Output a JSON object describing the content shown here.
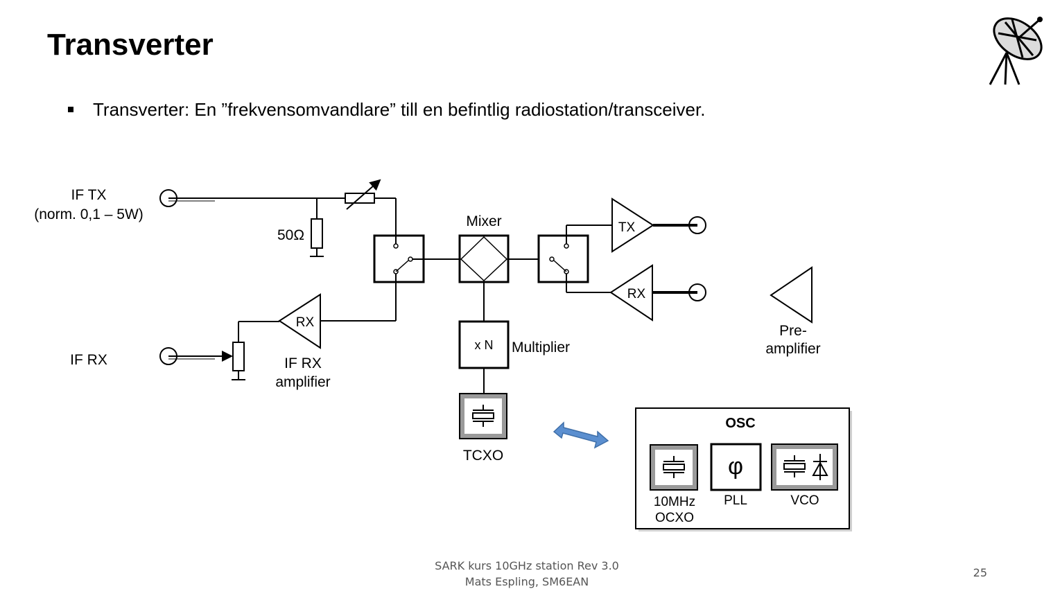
{
  "slide": {
    "title": "Transverter",
    "bullet": "Transverter: En ”frekvensomvandlare” till en befintlig radiostation/transceiver.",
    "footer_line1": "SARK kurs 10GHz station Rev 3.0",
    "footer_line2": "Mats Espling, SM6EAN",
    "page_number": "25"
  },
  "diagram": {
    "if_tx_label": "IF TX",
    "if_tx_power": "(norm. 0,1 – 5W)",
    "resistor_label": "50Ω",
    "if_rx_label": "IF RX",
    "if_rx_amp_label_1": "IF RX",
    "if_rx_amp_label_2": "amplifier",
    "rx_amp_text": "RX",
    "mixer_label": "Mixer",
    "multiplier_box_text": "x N",
    "multiplier_label": "Multiplier",
    "tcxo_label": "TCXO",
    "tx_amp_text": "TX",
    "rx_out_amp_text": "RX",
    "preamp_label_1": "Pre-",
    "preamp_label_2": "amplifier",
    "osc_title": "OSC",
    "ocxo_label_1": "10MHz",
    "ocxo_label_2": "OCXO",
    "pll_symbol": "φ",
    "pll_label": "PLL",
    "vco_label": "VCO",
    "arrow_color": "#5b8fd0"
  }
}
